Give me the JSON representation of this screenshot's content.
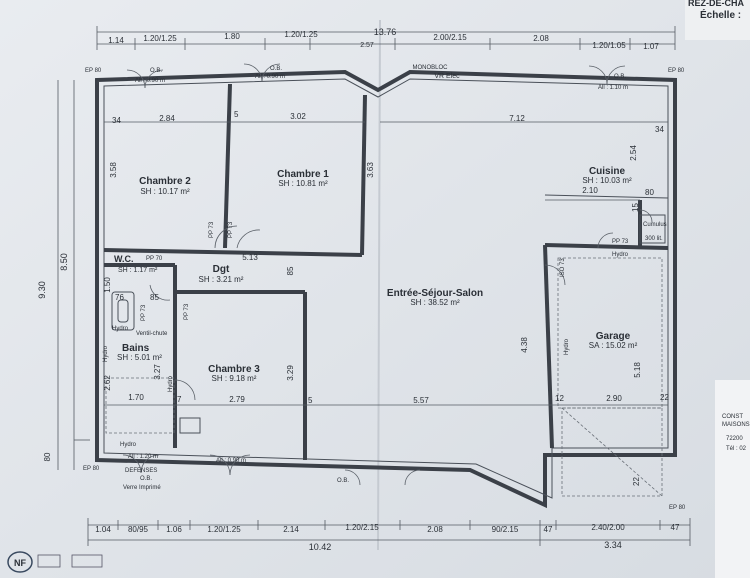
{
  "header": {
    "title": "REZ-DE-CHA",
    "scale_label": "Échelle :"
  },
  "dims_top": {
    "total": "13.76",
    "segments": [
      "1.14",
      "1.20/1.25",
      "1.80",
      "1.20/1.25",
      "2.57",
      "2.00/2.15",
      "2.08",
      "1.20/1.05",
      "1.07"
    ]
  },
  "dims_bottom": {
    "segments": [
      "1.04",
      "80/95",
      "1.06",
      "1.20/1.25",
      "2.14",
      "1.20/2.15",
      "2.08",
      "90/2.15",
      "47",
      "2.40/2.00",
      "47"
    ],
    "total_left": "10.42",
    "total_right": "3.34"
  },
  "dims_left": {
    "total": "9.30",
    "inner": "8.50",
    "bottom": "80"
  },
  "rooms": [
    {
      "key": "chambre2",
      "name": "Chambre 2",
      "area": "SH : 10.17 m²"
    },
    {
      "key": "chambre1",
      "name": "Chambre 1",
      "area": "SH : 10.81 m²"
    },
    {
      "key": "cuisine",
      "name": "Cuisine",
      "area": "SH : 10.03 m²"
    },
    {
      "key": "wc",
      "name": "W.C.",
      "area": "SH : 1.17 m²"
    },
    {
      "key": "dgt",
      "name": "Dgt",
      "area": "SH : 3.21 m²"
    },
    {
      "key": "sejour",
      "name": "Entrée-Séjour-Salon",
      "area": "SH : 38.52 m²"
    },
    {
      "key": "bains",
      "name": "Bains",
      "area": "SH : 5.01 m²"
    },
    {
      "key": "chambre3",
      "name": "Chambre 3",
      "area": "SH : 9.18 m²"
    },
    {
      "key": "garage",
      "name": "Garage",
      "area": "SA : 15.02 m²"
    }
  ],
  "inner_dims": [
    "2.84",
    "3.02",
    "7.12",
    "3.58",
    "3.63",
    "2.54",
    "2.10",
    "5.13",
    "85",
    "1.50",
    "4.38",
    "5.18",
    "3.27",
    "3.29",
    "1.70",
    "2.79",
    "5.57",
    "2.90",
    "2.62",
    "1.20",
    "22",
    "12",
    "34",
    "5",
    "80",
    "76",
    "7",
    "15",
    "22"
  ],
  "labels": {
    "monobloc": "MONOBLOC",
    "vr_elec": "VR Elec",
    "ob": "O.B.",
    "all_090": "All : 0.90 m",
    "all_110": "All : 1.10 m",
    "all_120": "All : 1.20 m",
    "ep80": "EP 80",
    "pp73": "PP 73",
    "pp70": "PP 70",
    "hydro": "Hydro",
    "cumulus": "Cumulus",
    "cumulus_vol": "300 lit.",
    "ventil": "Ventil-chute",
    "defenses": "DEFENSES",
    "verre": "Verre Imprimé"
  },
  "stamp": {
    "line1": "CONST",
    "line2": "MAISONS",
    "line3": "72200",
    "line4": "Tél : 02"
  },
  "logo": {
    "nf": "NF"
  }
}
